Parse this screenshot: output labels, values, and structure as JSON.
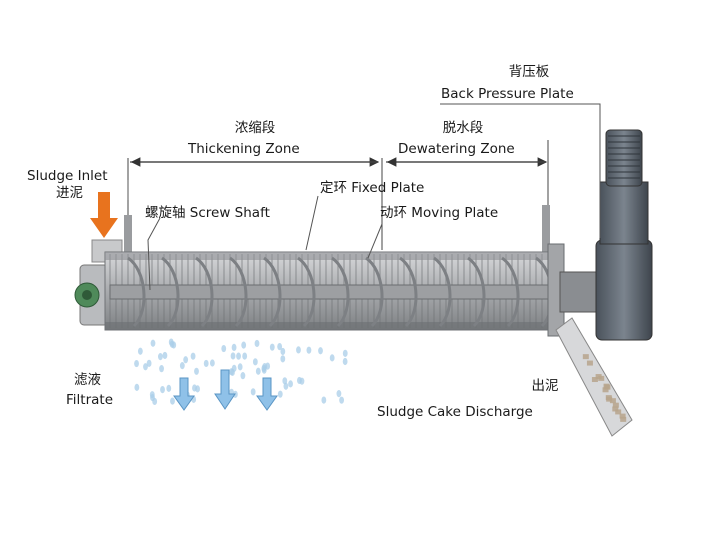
{
  "labels": {
    "back_pressure_cn": "背压板",
    "back_pressure_en": "Back Pressure Plate",
    "thickening_cn": "浓缩段",
    "thickening_en": "Thickening Zone",
    "dewatering_cn": "脱水段",
    "dewatering_en": "Dewatering Zone",
    "fixed_plate": "定环 Fixed Plate",
    "moving_plate": "动环 Moving Plate",
    "screw_shaft": "螺旋轴 Screw Shaft",
    "sludge_inlet_en": "Sludge Inlet",
    "sludge_inlet_cn": "进泥",
    "filtrate_cn": "滤液",
    "filtrate_en": "Filtrate",
    "discharge_cn": "出泥",
    "discharge_en": "Sludge Cake Discharge"
  },
  "colors": {
    "inlet_arrow": "#e8731e",
    "filtrate_arrow": "#8fc1e8",
    "machine_body": "#b5b7ba",
    "motor": "#5d6670",
    "leader_line": "#555555"
  }
}
